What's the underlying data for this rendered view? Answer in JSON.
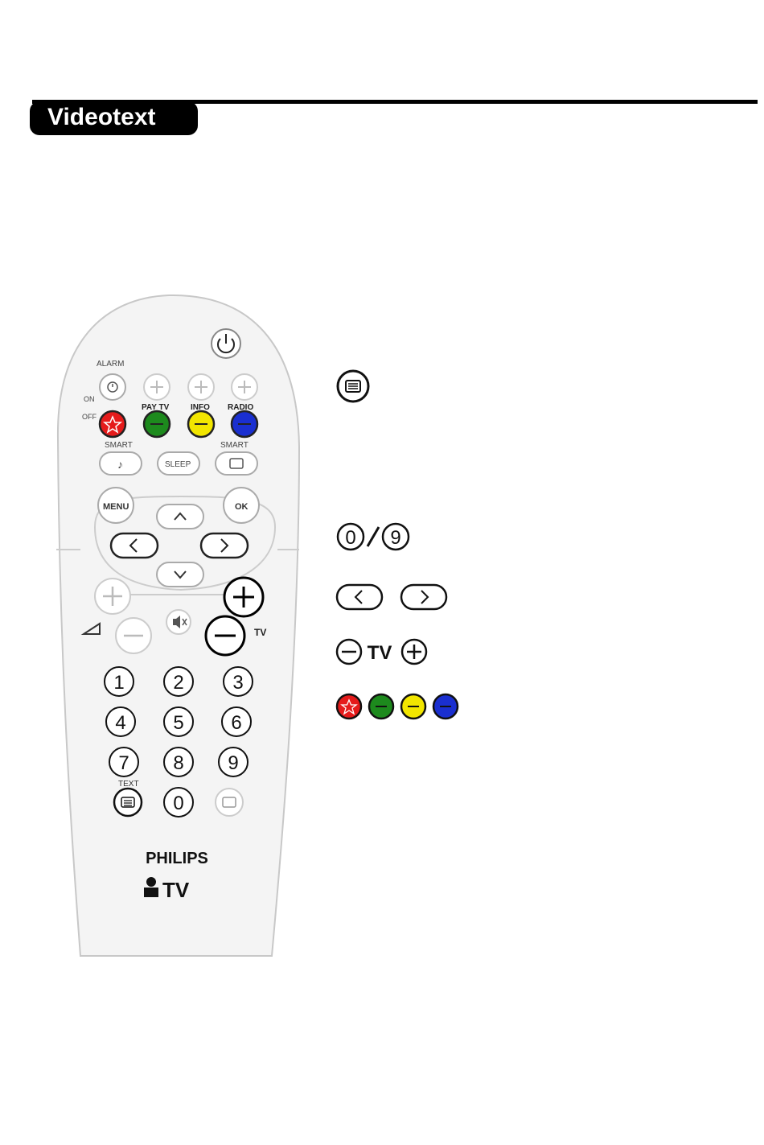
{
  "header": {
    "title": "Videotext"
  },
  "remote": {
    "labels": {
      "alarm": "ALARM",
      "on": "ON",
      "off": "OFF",
      "pay_tv": "PAY TV",
      "info": "INFO",
      "radio": "RADIO",
      "smart_left": "SMART",
      "smart_right": "SMART",
      "sleep": "SLEEP",
      "menu": "MENU",
      "ok": "OK",
      "tv": "TV",
      "text": "TEXT"
    },
    "digits": [
      "1",
      "2",
      "3",
      "4",
      "5",
      "6",
      "7",
      "8",
      "9",
      "0"
    ],
    "brand": "PHILIPS",
    "logo": "TV"
  },
  "legend": {
    "digits_first": "0",
    "digits_last": "9",
    "tv_label": "TV"
  },
  "colors": {
    "red": "#e51b1b",
    "green": "#1d8a1d",
    "yellow": "#f2e600",
    "blue": "#1a2fd0"
  },
  "icons": [
    "power-icon",
    "alarm-icon",
    "plus-icon",
    "star-icon",
    "minus-icon",
    "music-note-icon",
    "screen-icon",
    "up-icon",
    "down-icon",
    "left-icon",
    "right-icon",
    "mute-icon",
    "volume-icon",
    "teletext-icon",
    "subtitle-icon"
  ]
}
